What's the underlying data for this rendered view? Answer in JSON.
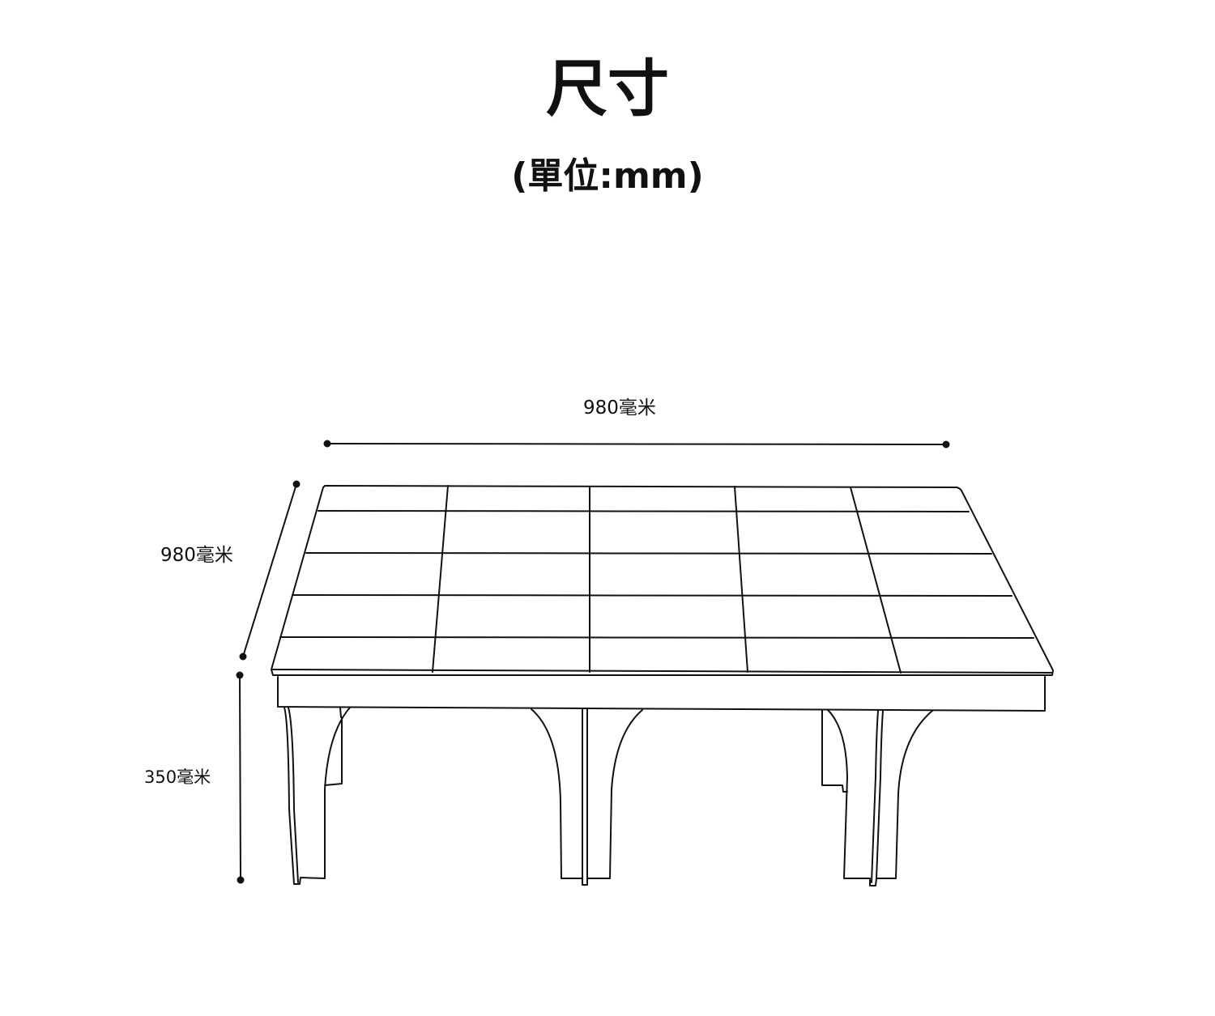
{
  "page": {
    "title": "尺寸",
    "unit_note": "(單位:mm)"
  },
  "dimensions": {
    "width_label": "980毫米",
    "depth_label": "980毫米",
    "height_label": "350毫米"
  },
  "colors": {
    "line": "#111111",
    "background": "#ffffff"
  }
}
